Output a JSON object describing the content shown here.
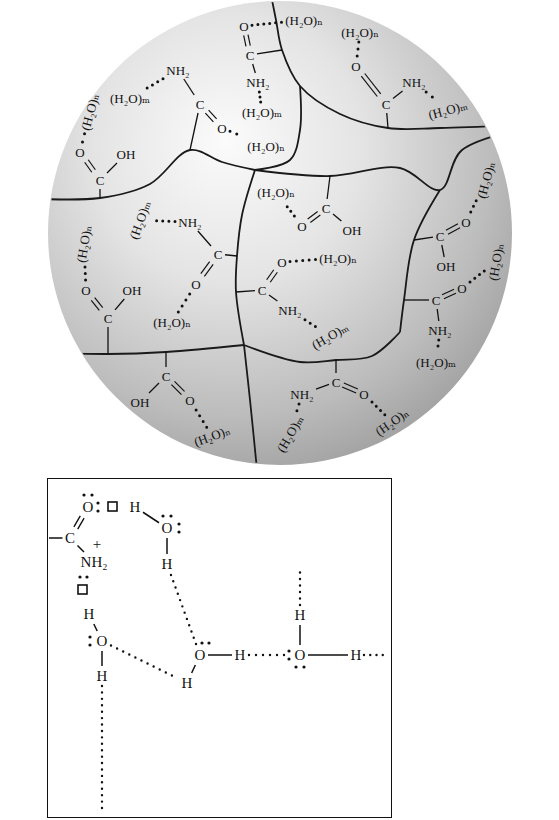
{
  "diagram": {
    "nodes": [
      {
        "text": [
          "O",
          "(H₂O)ₙ",
          "C",
          "NH₂",
          "(H₂O)ₘ",
          "(H₂O)ₙ",
          "O",
          "NH₂",
          "C",
          "(H₂O)ₘ",
          "NH₂",
          "C",
          "(H₂O)ₘ",
          "O",
          "(H₂O)ₙ",
          "(H₂O)ₙ",
          "O",
          "OH",
          "C",
          "(H₂O)ₙ",
          "C",
          "O",
          "OH",
          "(H₂O)ₙ",
          "O",
          "C",
          "OH",
          "NH₂",
          "(H₂O)ₘ",
          "C",
          "O",
          "(H₂O)ₙ",
          "(H₂O)ₙ",
          "O",
          "OH",
          "C",
          "O",
          "(H₂O)ₙ",
          "C",
          "NH₂",
          "(H₂O)ₘ",
          "(H₂O)ₙ",
          "O",
          "C",
          "NH₂",
          "(H₂O)ₘ",
          "C",
          "NH₂",
          "O",
          "(H₂O)ₙ",
          "(H₂O)ₘ",
          "C",
          "OH",
          "O",
          "(H₂O)ₙ"
        ]
      },
      {
        "text": [
          "O",
          "H",
          "O",
          "C",
          "+",
          "NH₂",
          "H",
          "H",
          "H",
          "O",
          "O",
          "H",
          "O",
          "H",
          "H",
          "H"
        ]
      }
    ]
  }
}
